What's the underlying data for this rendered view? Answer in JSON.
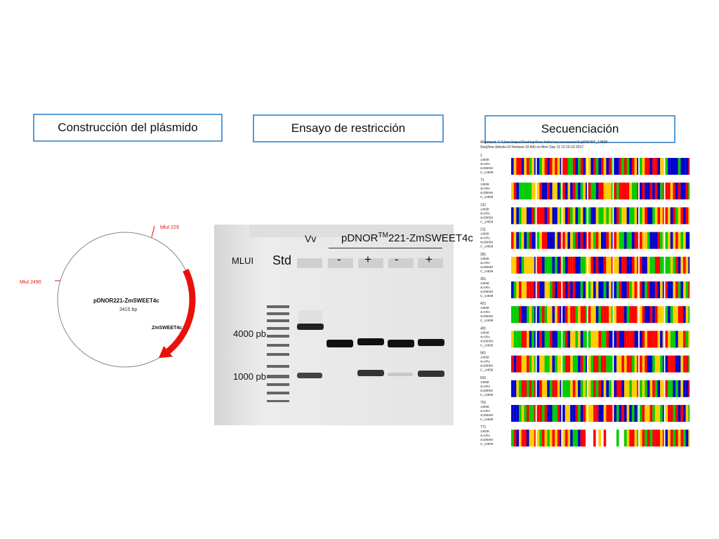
{
  "panels": {
    "construction_title": "Construcción del plásmido",
    "restriction_title": "Ensayo de restricción",
    "sequencing_title": "Secuenciación"
  },
  "plasmid": {
    "name": "pDNOR221-ZmSWEET4c",
    "size": "3415 bp",
    "gene": "ZmSWEET4c",
    "site_top": "MluI 229",
    "site_left": "MluI 2490",
    "arc_color": "#e8120c"
  },
  "gel": {
    "enzyme": "MLUI",
    "std_label": "Std",
    "vv_label": "Vv",
    "construct_prefix": "pDNOR",
    "construct_tm": "TM",
    "construct_suffix": "221-ZmSWEET4c",
    "lane_signs": [
      "-",
      "+",
      "-",
      "+"
    ],
    "marker_4000": "4000 pb",
    "marker_1000": "1000 pb"
  },
  "alignment": {
    "header1": "Alignment: C:\\Users\\lopez\\Desktop\\New folder\\secuenciacion\\4c\\pDNORF_14838",
    "header2": "SeqView (blocks:10 fontsize:10 AA) on Mon Sep 11 12:15:19 2017",
    "block_numbers": [
      "1",
      "71",
      "141",
      "211",
      "281",
      "351",
      "421",
      "491",
      "561",
      "631",
      "701",
      "771"
    ],
    "row_labels": [
      "14838",
      "4cARA",
      "4cZMSM",
      "C_14839"
    ],
    "colors": {
      "A": "#ff0000",
      "C": "#0000cc",
      "G": "#ffcc00",
      "T": "#00cc00"
    }
  }
}
